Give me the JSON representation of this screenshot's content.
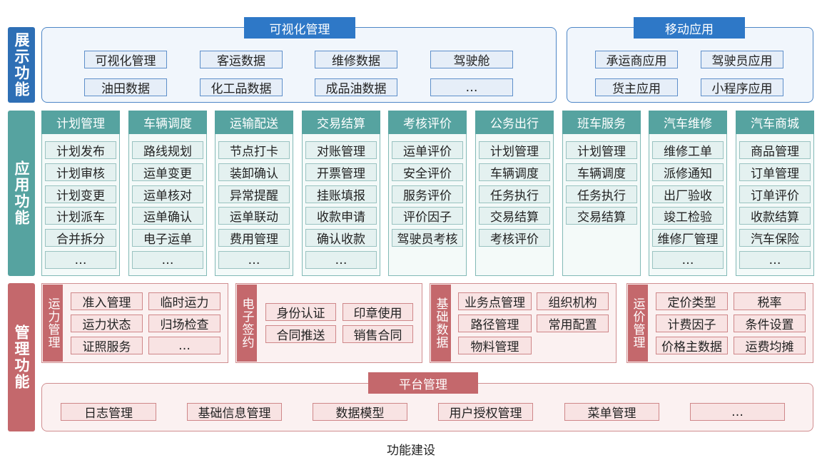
{
  "tiers": {
    "display": "展示功能",
    "application": "应用功能",
    "management": "管理功能"
  },
  "visual_mgmt": {
    "title": "可视化管理",
    "items": [
      "可视化管理",
      "客运数据",
      "维修数据",
      "驾驶舱",
      "油田数据",
      "化工品数据",
      "成品油数据",
      "…"
    ]
  },
  "mobile_app": {
    "title": "移动应用",
    "items": [
      "承运商应用",
      "驾驶员应用",
      "货主应用",
      "小程序应用"
    ]
  },
  "app_columns": [
    {
      "title": "计划管理",
      "items": [
        "计划发布",
        "计划审核",
        "计划变更",
        "计划派车",
        "合并拆分",
        "…"
      ]
    },
    {
      "title": "车辆调度",
      "items": [
        "路线规划",
        "运单变更",
        "运单核对",
        "运单确认",
        "电子运单",
        "…"
      ]
    },
    {
      "title": "运输配送",
      "items": [
        "节点打卡",
        "装卸确认",
        "异常提醒",
        "运单联动",
        "费用管理",
        "…"
      ]
    },
    {
      "title": "交易结算",
      "items": [
        "对账管理",
        "开票管理",
        "挂账填报",
        "收款申请",
        "确认收款",
        "…"
      ]
    },
    {
      "title": "考核评价",
      "items": [
        "运单评价",
        "安全评价",
        "服务评价",
        "评价因子",
        "驾驶员考核"
      ]
    },
    {
      "title": "公务出行",
      "items": [
        "计划管理",
        "车辆调度",
        "任务执行",
        "交易结算",
        "考核评价"
      ]
    },
    {
      "title": "班车服务",
      "items": [
        "计划管理",
        "车辆调度",
        "任务执行",
        "交易结算"
      ]
    },
    {
      "title": "汽车维修",
      "items": [
        "维修工单",
        "派修通知",
        "出厂验收",
        "竣工检验",
        "维修厂管理",
        "…"
      ]
    },
    {
      "title": "汽车商城",
      "items": [
        "商品管理",
        "订单管理",
        "订单评价",
        "收款结算",
        "汽车保险",
        "…"
      ]
    }
  ],
  "mgmt_groups": [
    {
      "title": "运力管理",
      "items": [
        "准入管理",
        "临时运力",
        "运力状态",
        "归场检查",
        "证照服务",
        "…"
      ]
    },
    {
      "title": "电子签约",
      "items": [
        "身份认证",
        "印章使用",
        "合同推送",
        "销售合同"
      ]
    },
    {
      "title": "基础数据",
      "items": [
        "业务点管理",
        "组织机构",
        "路径管理",
        "常用配置",
        "物料管理"
      ]
    },
    {
      "title": "运价管理",
      "items": [
        "定价类型",
        "税率",
        "计费因子",
        "条件设置",
        "价格主数据",
        "运费均摊"
      ]
    }
  ],
  "platform": {
    "title": "平台管理",
    "items": [
      "日志管理",
      "基础信息管理",
      "数据模型",
      "用户授权管理",
      "菜单管理",
      "…"
    ]
  },
  "caption": "功能建设"
}
